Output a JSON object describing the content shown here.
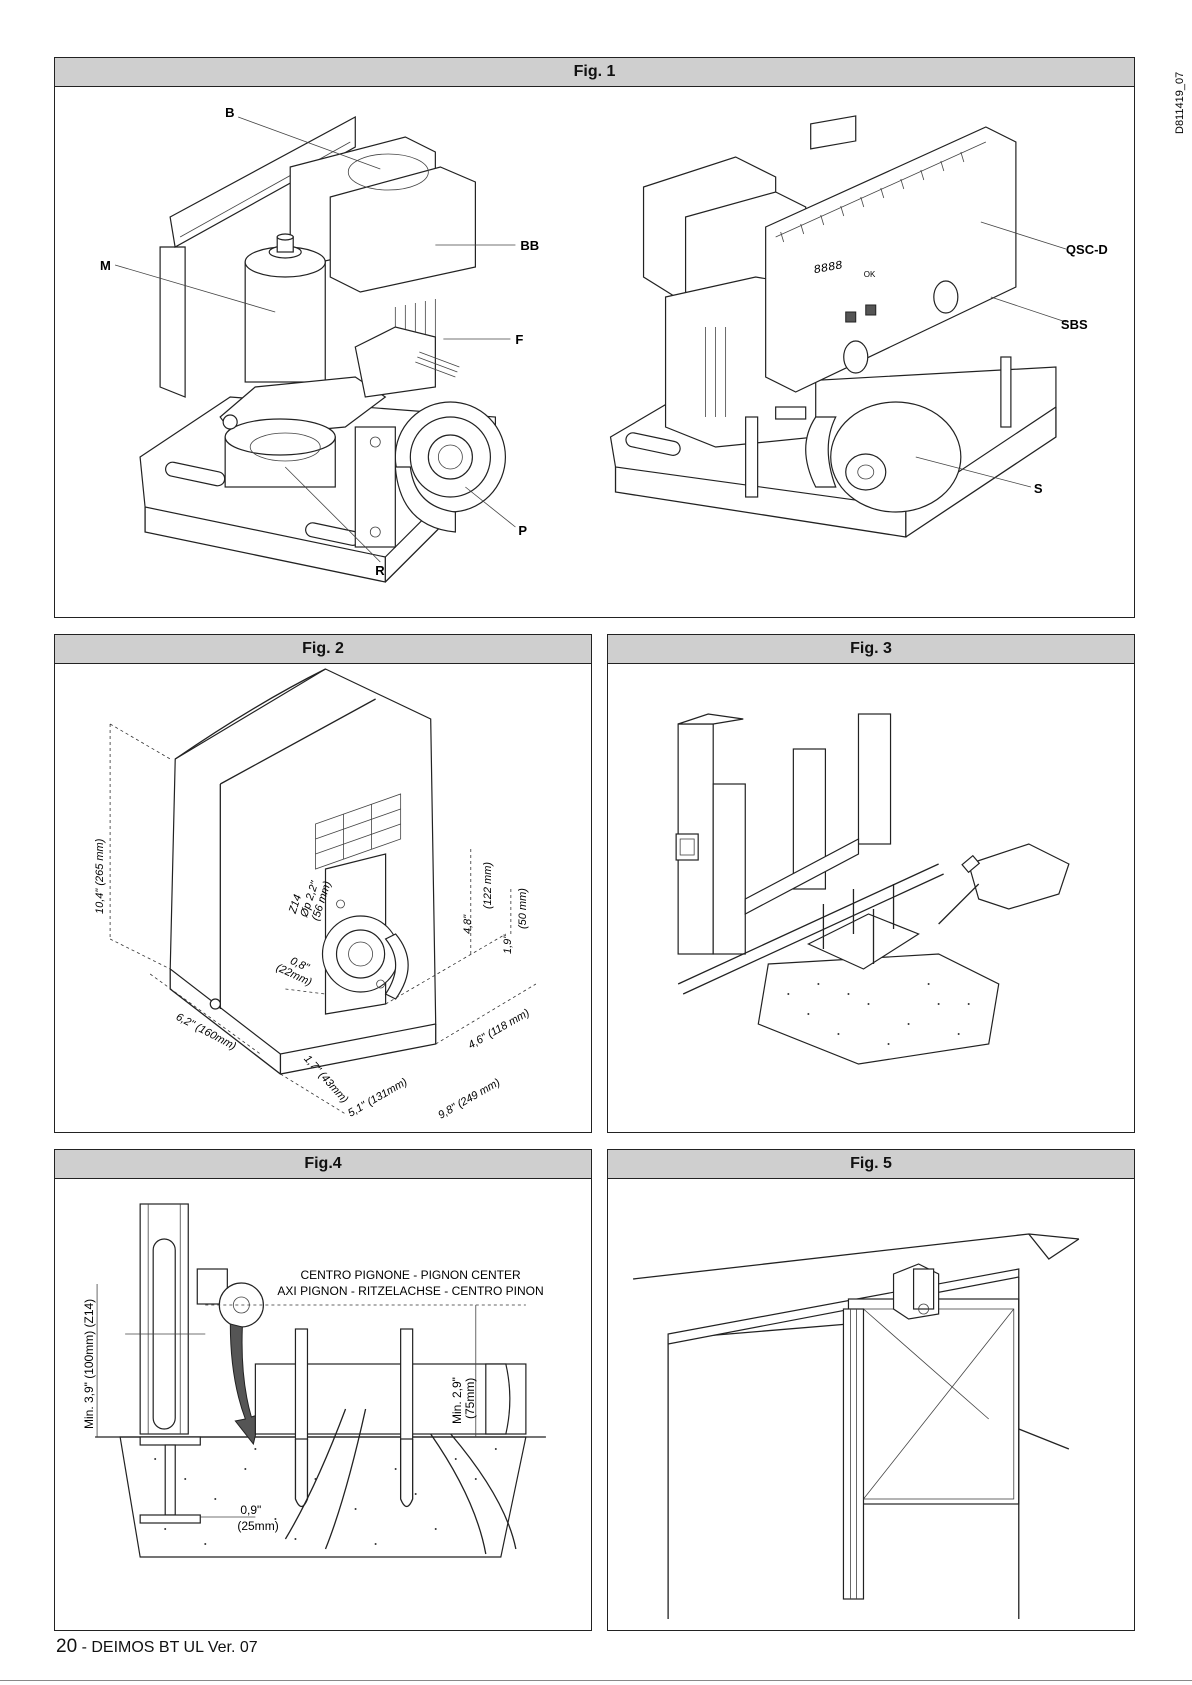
{
  "document_code": "D811419_07",
  "figures": {
    "fig1": {
      "title": "Fig. 1",
      "callouts": {
        "b": "B",
        "bb": "BB",
        "m": "M",
        "f": "F",
        "p": "P",
        "r": "R",
        "qscd": "QSC-D",
        "sbs": "SBS",
        "s": "S"
      },
      "display_digits": "8888",
      "led_label": "OK"
    },
    "fig2": {
      "title": "Fig. 2",
      "dims": {
        "height": "10,4\" (265 mm)",
        "pinion": "Z14",
        "pinion_dia": "Øp 2,2\"",
        "pinion_dia_mm": "(56 mm)",
        "offset_in": "0,8\"",
        "offset_mm": "(22mm)",
        "width": "6,2\" (160mm)",
        "side": "1,7\" (43mm)",
        "base1": "5,1\" (131mm)",
        "base2": "9,8\" (249 mm)",
        "depth": "4,6\" (118 mm)",
        "h1_in": "4,8\"",
        "h1_mm": "(122 mm)",
        "h2_in": "1,9\"",
        "h2_mm": "(50 mm)"
      }
    },
    "fig3": {
      "title": "Fig. 3"
    },
    "fig4": {
      "title": "Fig.4",
      "center_line1": "CENTRO PIGNONE - PIGNON CENTER",
      "center_line2": "AXI PIGNON - RITZELACHSE - CENTRO PINON",
      "vertical_dim": "Min. 3,9\" (100mm) (Z14)",
      "min_height_in": "Min. 2,9\"",
      "min_height_mm": "(75mm)",
      "offset_in": "0,9\"",
      "offset_mm": "(25mm)"
    },
    "fig5": {
      "title": "Fig. 5"
    }
  },
  "footer": {
    "page_number": "20",
    "sep": " - ",
    "product": "DEIMOS  BT UL Ver. 07"
  }
}
